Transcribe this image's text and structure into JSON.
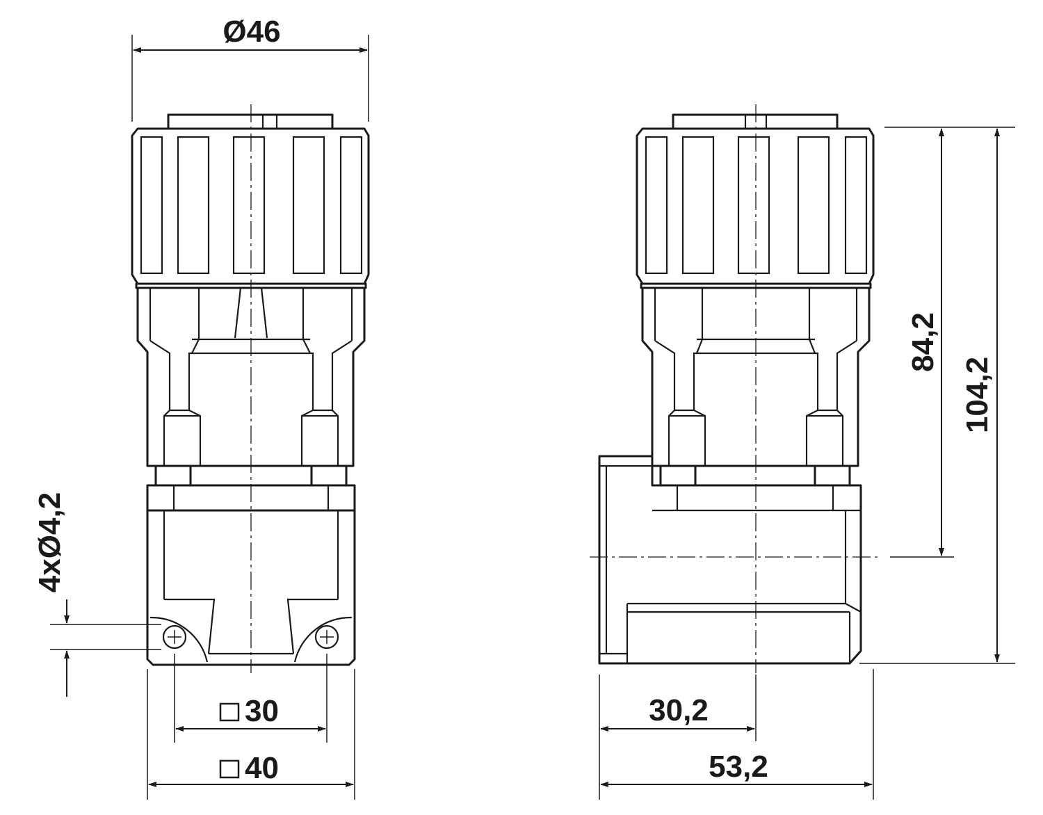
{
  "dimensions": {
    "diameter_top": "Ø46",
    "hole_spec": "4xØ4,2",
    "square_30": "30",
    "square_40": "40",
    "height_84": "84,2",
    "height_104": "104,2",
    "depth_30": "30,2",
    "depth_53": "53,2"
  },
  "colors": {
    "line": "#1a1a1a",
    "background": "#ffffff"
  }
}
